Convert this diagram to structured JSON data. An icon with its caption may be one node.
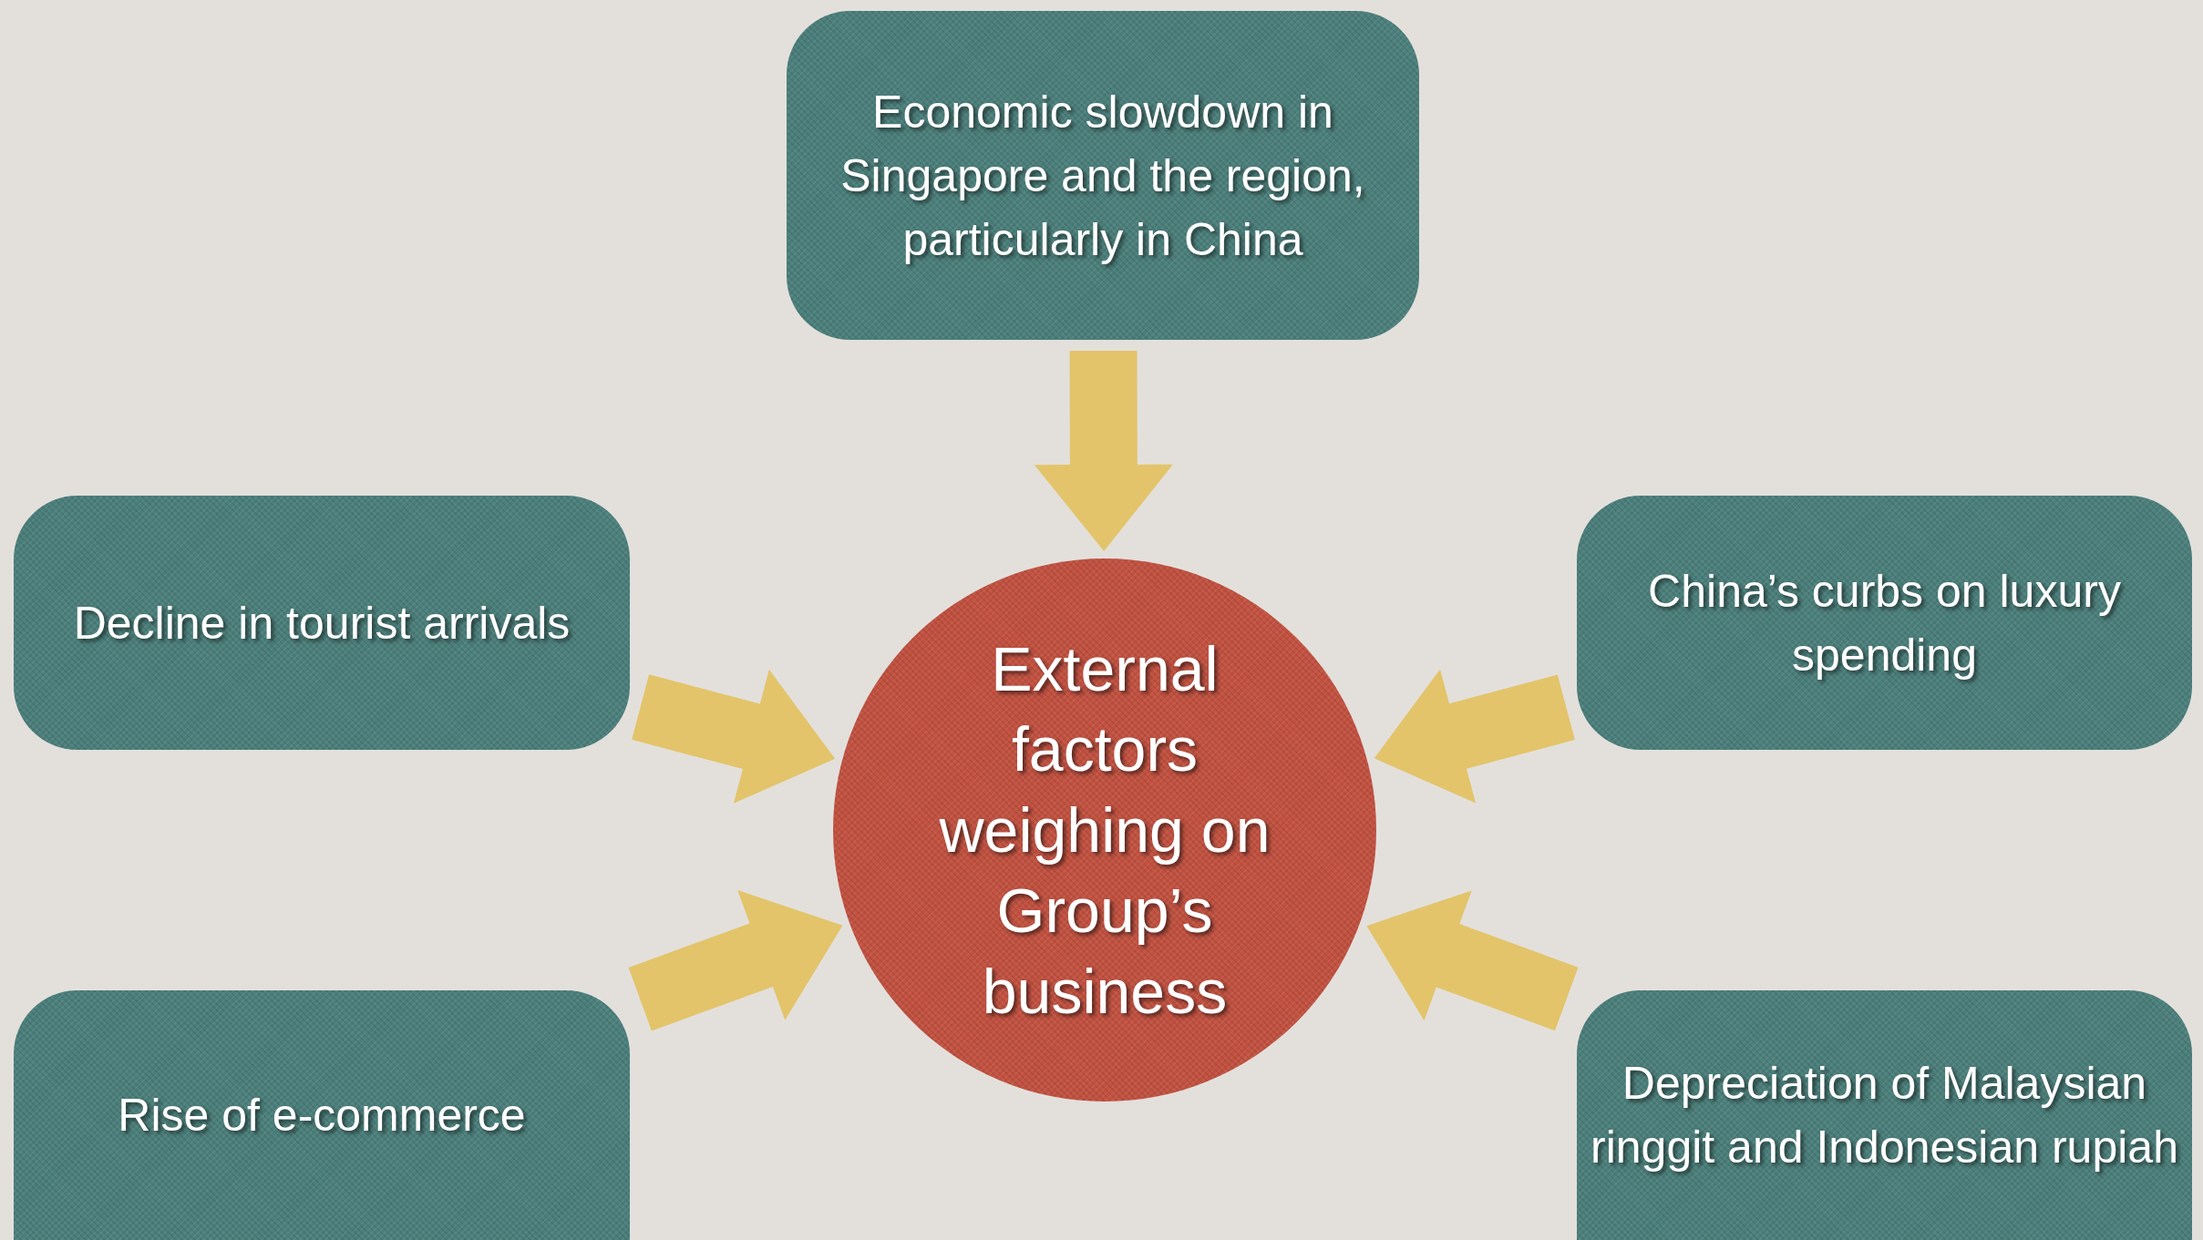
{
  "diagram": {
    "nodes": [
      {
        "text": [
          "Economic slowdown in Singapore and the region, particularly in China"
        ]
      },
      {
        "text": [
          "Decline in tourist arrivals"
        ]
      },
      {
        "text": [
          "China’s curbs on luxury spending"
        ]
      },
      {
        "text": [
          "External factors weighing on Group’s business"
        ]
      },
      {
        "text": [
          "Rise of e-commerce"
        ]
      },
      {
        "text": [
          "Depreciation of Malaysian ringgit and Indonesian rupiah"
        ]
      }
    ],
    "edges": [
      {
        "from": 0,
        "to": 3,
        "arrow": "to",
        "style": "thick"
      },
      {
        "from": 1,
        "to": 3,
        "arrow": "to",
        "style": "thick"
      },
      {
        "from": 2,
        "to": 3,
        "arrow": "to",
        "style": "thick"
      },
      {
        "from": 4,
        "to": 3,
        "arrow": "to",
        "style": "thick"
      },
      {
        "from": 5,
        "to": 3,
        "arrow": "to",
        "style": "thick"
      }
    ]
  }
}
